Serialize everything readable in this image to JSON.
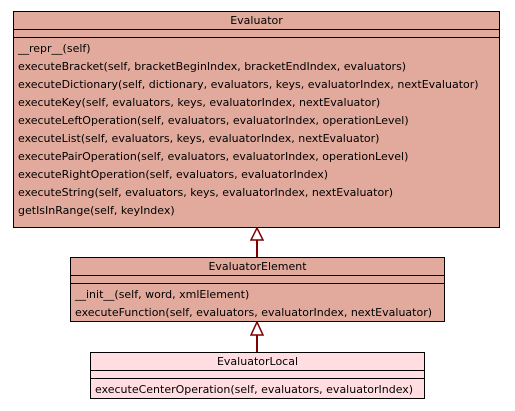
{
  "classes": {
    "evaluator": {
      "name": "Evaluator",
      "fill": "#e1aa9c",
      "methods": [
        "__repr__(self)",
        "executeBracket(self, bracketBeginIndex, bracketEndIndex, evaluators)",
        "executeDictionary(self, dictionary, evaluators, keys, evaluatorIndex, nextEvaluator)",
        "executeKey(self, evaluators, keys, evaluatorIndex, nextEvaluator)",
        "executeLeftOperation(self, evaluators, evaluatorIndex, operationLevel)",
        "executeList(self, evaluators, keys, evaluatorIndex, nextEvaluator)",
        "executePairOperation(self, evaluators, evaluatorIndex, operationLevel)",
        "executeRightOperation(self, evaluators, evaluatorIndex)",
        "executeString(self, evaluators, keys, evaluatorIndex, nextEvaluator)",
        "getIsInRange(self, keyIndex)"
      ]
    },
    "evaluatorElement": {
      "name": "EvaluatorElement",
      "fill": "#e1aa9c",
      "methods": [
        "__init__(self, word, xmlElement)",
        "executeFunction(self, evaluators, evaluatorIndex, nextEvaluator)"
      ]
    },
    "evaluatorLocal": {
      "name": "EvaluatorLocal",
      "fill": "#ffdde1",
      "methods": [
        "executeCenterOperation(self, evaluators, evaluatorIndex)"
      ]
    }
  },
  "relationships": [
    {
      "type": "generalization",
      "from": "EvaluatorElement",
      "to": "Evaluator"
    },
    {
      "type": "generalization",
      "from": "EvaluatorLocal",
      "to": "EvaluatorElement"
    }
  ],
  "colors": {
    "edge": "#800000",
    "border": "#000000"
  }
}
